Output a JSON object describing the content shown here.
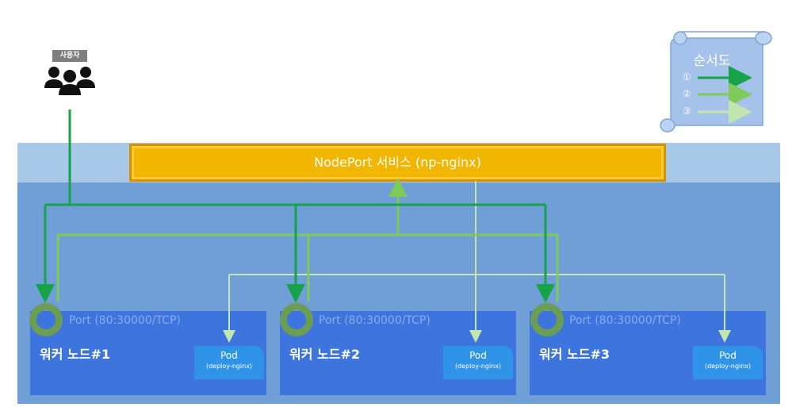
{
  "user": {
    "label": "사용자"
  },
  "service": {
    "label": "NodePort 서비스 (np-nginx)"
  },
  "legend": {
    "title": "순서도",
    "steps": [
      "①",
      "②",
      "③"
    ]
  },
  "nodes": [
    {
      "title": "워커 노드#1",
      "port": "Port (80:30000/TCP)",
      "pod": "Pod",
      "pod_sub": "(deploy-nginx)"
    },
    {
      "title": "워커 노드#2",
      "port": "Port (80:30000/TCP)",
      "pod": "Pod",
      "pod_sub": "(deploy-nginx)"
    },
    {
      "title": "워커 노드#3",
      "port": "Port (80:30000/TCP)",
      "pod": "Pod",
      "pod_sub": "(deploy-nginx)"
    }
  ],
  "colors": {
    "step1": "#17a34a",
    "step2": "#7fcb5a",
    "step3": "#c3e6b0",
    "service": "#f2b600",
    "node": "#3e74de",
    "pod": "#2f94e8",
    "cluster": "#6f9fd6"
  }
}
